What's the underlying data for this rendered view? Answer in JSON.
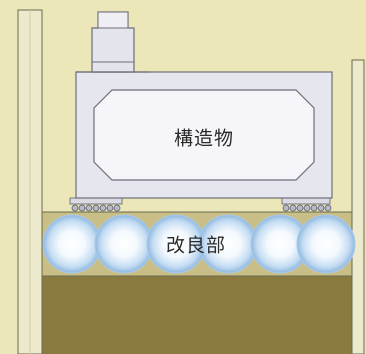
{
  "labels": {
    "structure": "構造物",
    "improved_zone": "改良部"
  },
  "colors": {
    "background": "#ebe7b8",
    "wall": "#e8e6c8",
    "wall_stroke": "#6b6a50",
    "structure_fill": "#e7e7ef",
    "structure_stroke": "#6e6e7a",
    "improved_band": "#c8be85",
    "soil": "#8a7a3f",
    "column_outer": "#9fc3e6",
    "column_inner": "#ffffff"
  },
  "improvement_columns": 6
}
